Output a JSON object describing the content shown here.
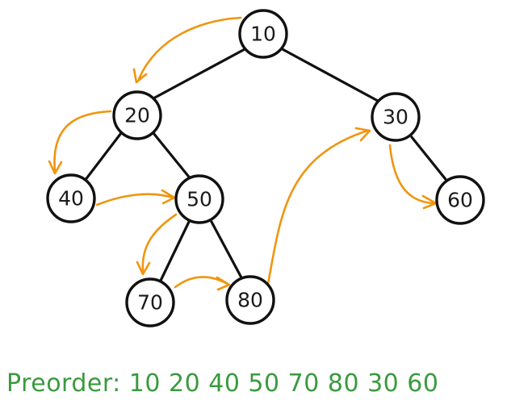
{
  "tree": {
    "nodes": [
      {
        "id": "n10",
        "label": "10"
      },
      {
        "id": "n20",
        "label": "20"
      },
      {
        "id": "n30",
        "label": "30"
      },
      {
        "id": "n40",
        "label": "40"
      },
      {
        "id": "n50",
        "label": "50"
      },
      {
        "id": "n60",
        "label": "60"
      },
      {
        "id": "n70",
        "label": "70"
      },
      {
        "id": "n80",
        "label": "80"
      }
    ],
    "edges": [
      [
        "n10",
        "n20"
      ],
      [
        "n10",
        "n30"
      ],
      [
        "n20",
        "n40"
      ],
      [
        "n20",
        "n50"
      ],
      [
        "n50",
        "n70"
      ],
      [
        "n50",
        "n80"
      ],
      [
        "n30",
        "n60"
      ]
    ]
  },
  "traversal_arrows": [
    [
      "n10",
      "n20"
    ],
    [
      "n20",
      "n40"
    ],
    [
      "n40",
      "n50"
    ],
    [
      "n50",
      "n70"
    ],
    [
      "n70",
      "n80"
    ],
    [
      "n80",
      "n30"
    ],
    [
      "n30",
      "n60"
    ]
  ],
  "caption": "Preorder: 10 20 40 50 70 80 30 60",
  "colors": {
    "edge": "#111111",
    "node_stroke": "#111111",
    "arrow": "#f0950f",
    "caption": "#3b9a3f"
  }
}
